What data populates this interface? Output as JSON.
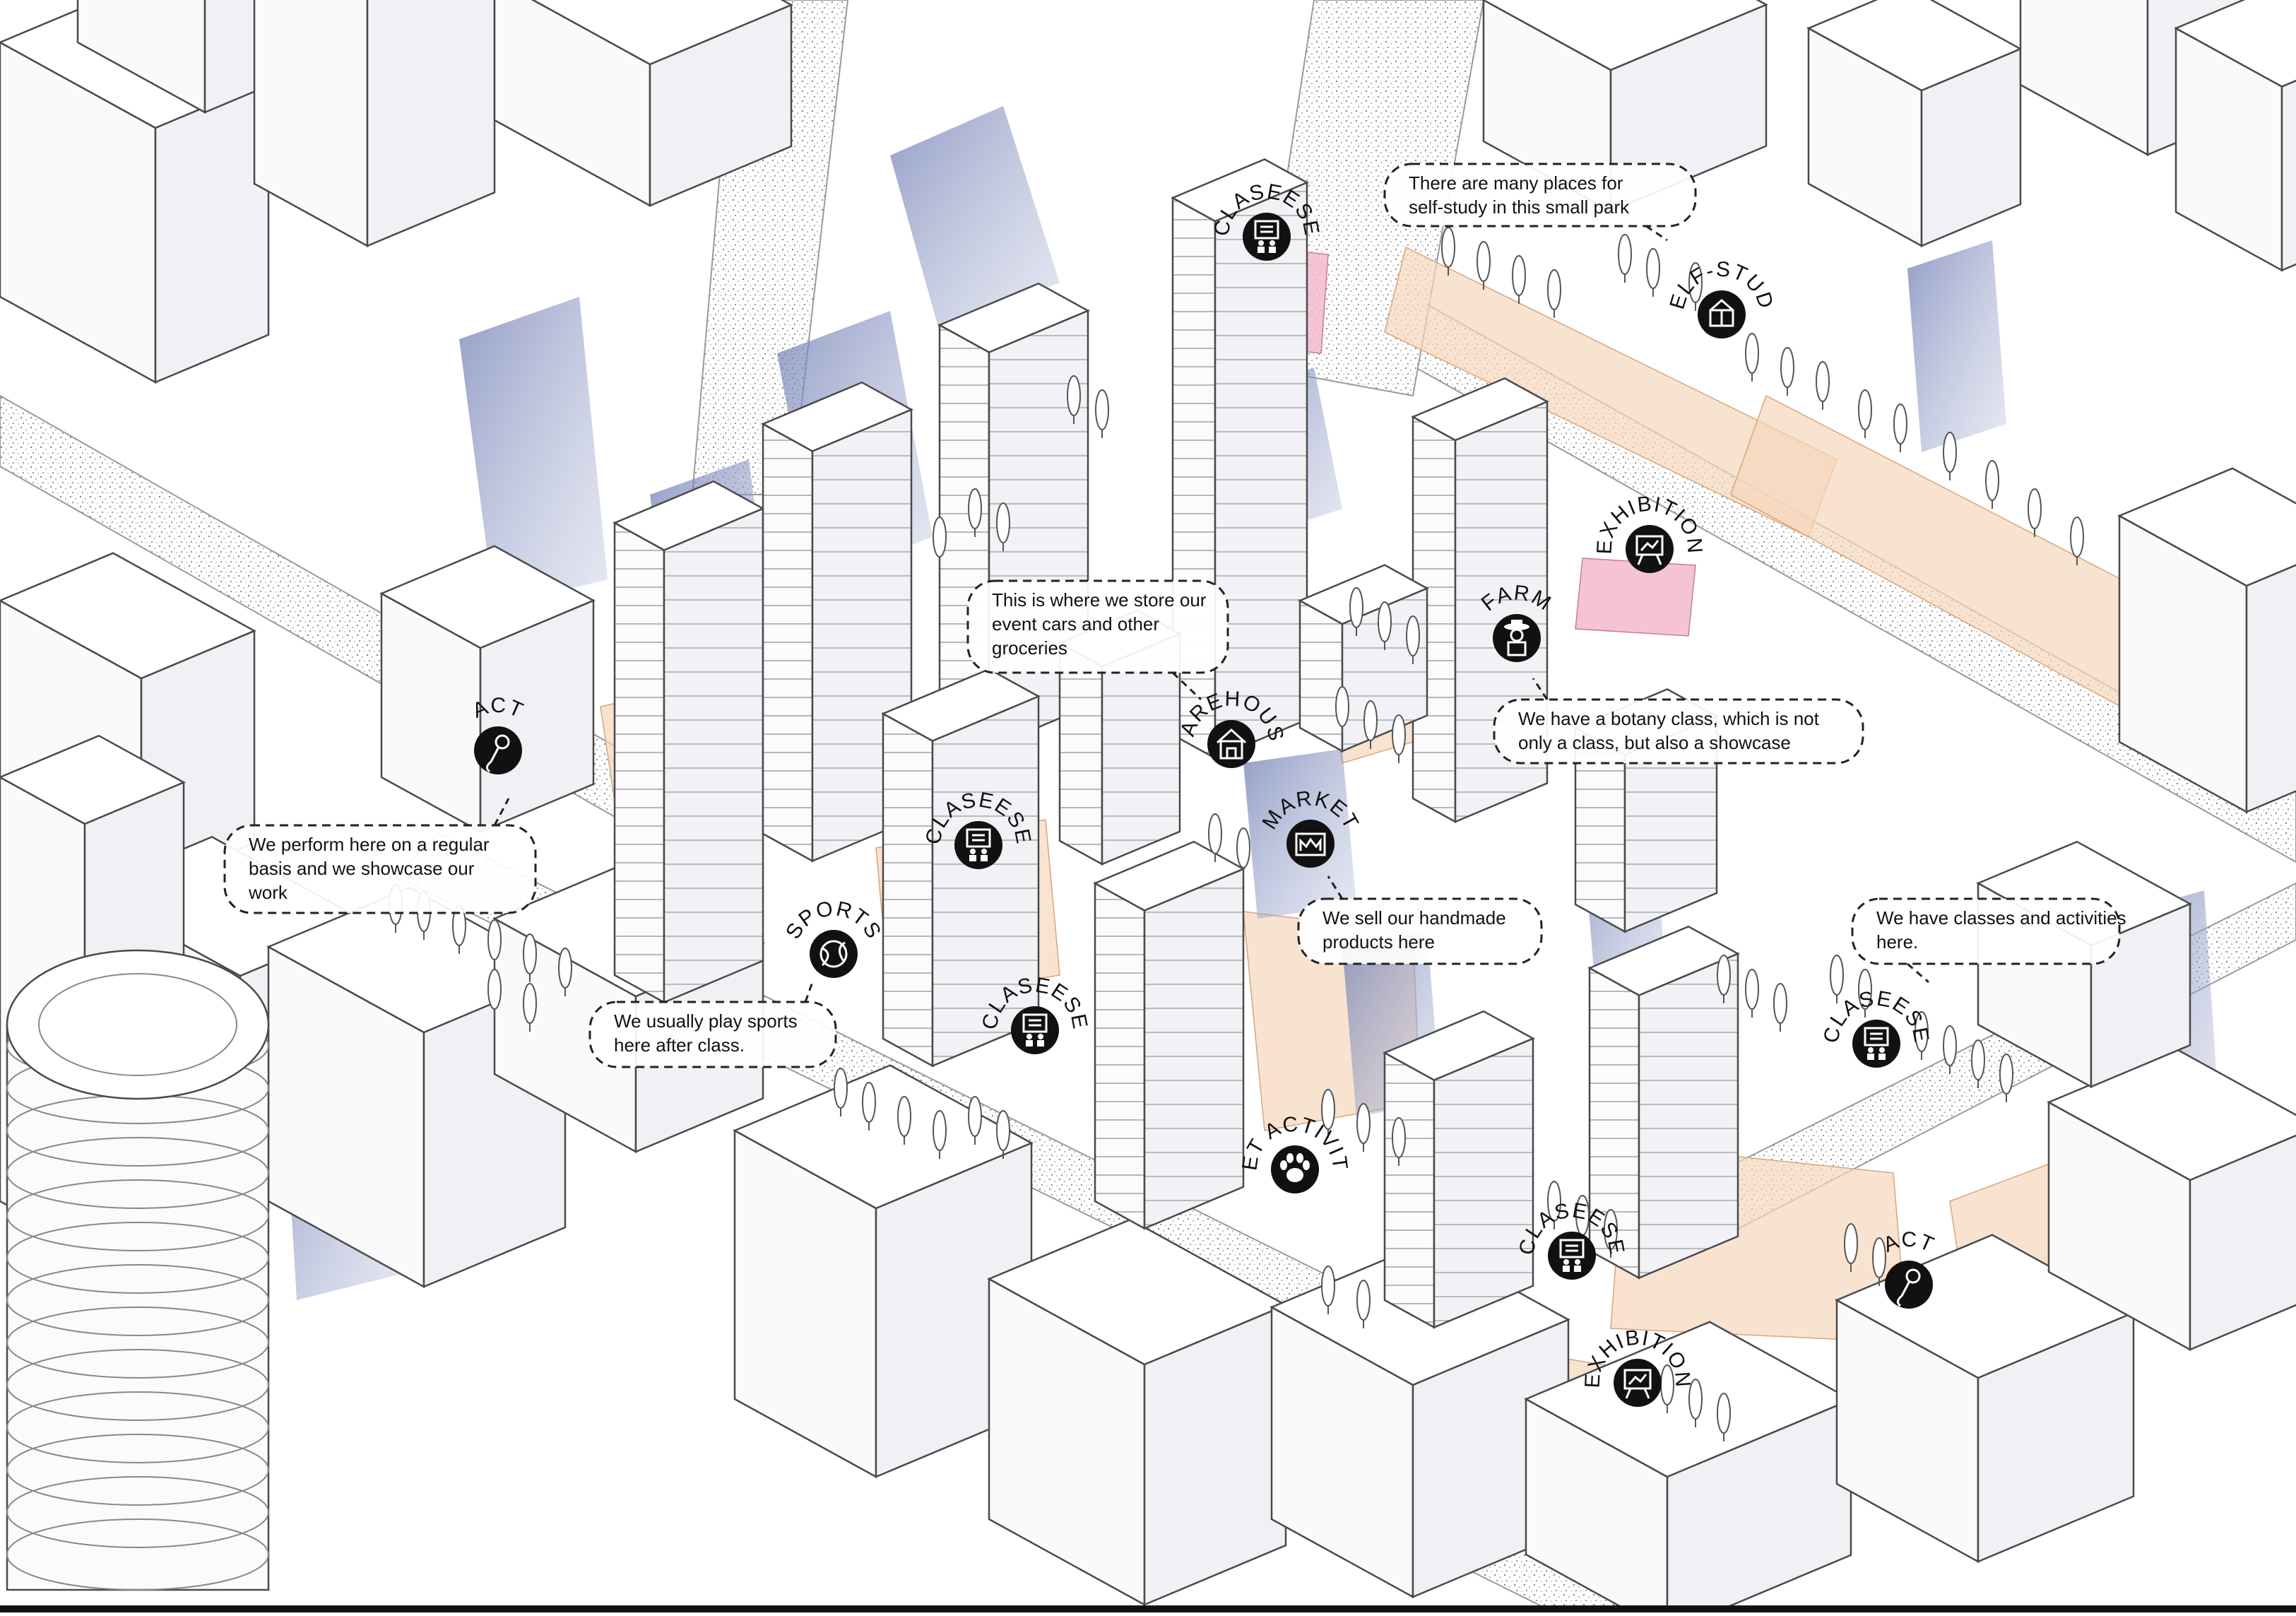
{
  "markers": [
    {
      "id": "claseese-1",
      "label": "CLASEESE",
      "icon": "classroom-icon"
    },
    {
      "id": "self-study",
      "label": "SELF-STUDY",
      "icon": "book-box-icon"
    },
    {
      "id": "exhibition-1",
      "label": "EXHIBITION",
      "icon": "easel-icon"
    },
    {
      "id": "farm",
      "label": "FARM",
      "icon": "farmer-icon"
    },
    {
      "id": "warehouse",
      "label": "WAREHOUSE",
      "icon": "warehouse-icon"
    },
    {
      "id": "act-1",
      "label": "ACT",
      "icon": "microphone-icon"
    },
    {
      "id": "claseese-2",
      "label": "CLASEESE",
      "icon": "classroom-icon"
    },
    {
      "id": "market",
      "label": "MARKET",
      "icon": "market-icon"
    },
    {
      "id": "sports",
      "label": "SPORTS",
      "icon": "ball-icon"
    },
    {
      "id": "claseese-3",
      "label": "CLASEESE",
      "icon": "classroom-icon"
    },
    {
      "id": "pet-activity",
      "label": "PET ACTIVITY",
      "icon": "paw-icon"
    },
    {
      "id": "claseese-4",
      "label": "CLASEESE",
      "icon": "classroom-icon"
    },
    {
      "id": "claseese-5",
      "label": "CLASEESE",
      "icon": "classroom-icon"
    },
    {
      "id": "act-2",
      "label": "ACT",
      "icon": "microphone-icon"
    },
    {
      "id": "exhibition-2",
      "label": "EXHIBITION",
      "icon": "easel-icon"
    }
  ],
  "callouts": [
    {
      "id": "park",
      "lines": [
        "There are many places for",
        "self-study in this small park"
      ]
    },
    {
      "id": "warehouse-note",
      "lines": [
        "This is where we store our",
        "event cars and other",
        "groceries"
      ]
    },
    {
      "id": "botany",
      "lines": [
        "We have a botany class, which is not",
        "only a class, but also a showcase"
      ]
    },
    {
      "id": "perform",
      "lines": [
        "We perform here on a regular",
        "basis and we showcase our",
        "work"
      ]
    },
    {
      "id": "handmade",
      "lines": [
        "We sell our handmade",
        "products here"
      ]
    },
    {
      "id": "classes",
      "lines": [
        "We have classes and activities",
        "here."
      ]
    },
    {
      "id": "sports-note",
      "lines": [
        "We usually play sports",
        "here after class."
      ]
    }
  ],
  "colors": {
    "background": "#ffffff",
    "line": "#4a4a4a",
    "building_fill": "#fbfbfd",
    "shadow": "#8e9ac3",
    "activity_zone": "#f5d7bc",
    "pink_zone": "#f2b8cf",
    "marker": "#111111",
    "marker_text": "#ffffff"
  }
}
